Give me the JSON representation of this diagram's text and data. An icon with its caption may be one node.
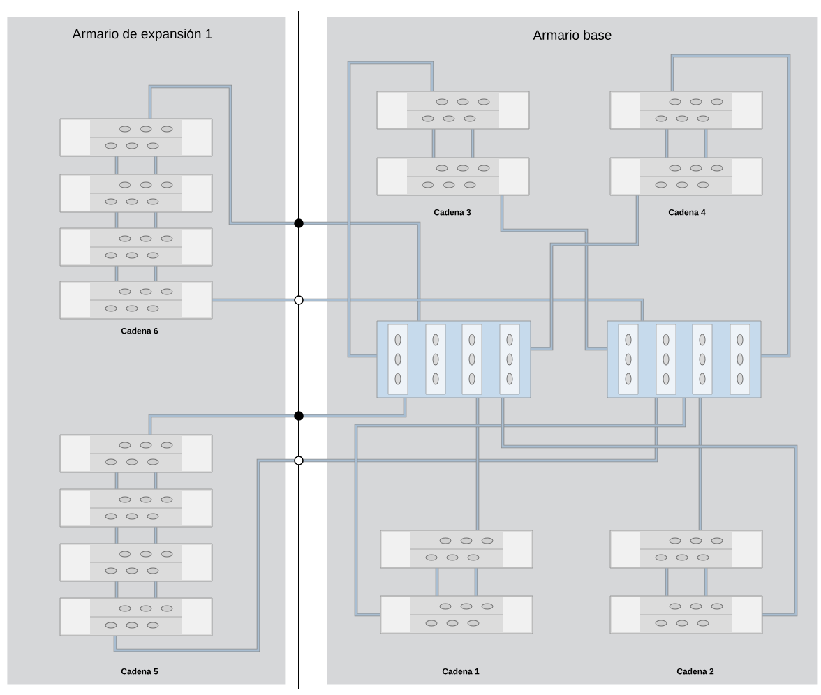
{
  "diagram": {
    "nodes": [
      {
        "text": [
          "Armario de expansión 1"
        ]
      },
      {
        "text": [
          "Armario base"
        ]
      },
      {
        "text": [],
        "shape": "box",
        "in": 0
      },
      {
        "text": [],
        "shape": "box",
        "in": 0
      },
      {
        "text": [],
        "shape": "box",
        "in": 0
      },
      {
        "text": [],
        "shape": "box",
        "in": 0
      },
      {
        "text": [],
        "shape": "box",
        "in": 0
      },
      {
        "text": [],
        "shape": "box",
        "in": 0
      },
      {
        "text": [],
        "shape": "box",
        "in": 0
      },
      {
        "text": [],
        "shape": "box",
        "in": 0
      },
      {
        "text": [],
        "shape": "box",
        "in": 1
      },
      {
        "text": [],
        "shape": "box",
        "in": 1
      },
      {
        "text": [],
        "shape": "box",
        "in": 1
      },
      {
        "text": [],
        "shape": "box",
        "in": 1
      },
      {
        "text": [],
        "shape": "box",
        "in": 1
      },
      {
        "text": [],
        "shape": "box",
        "in": 1
      },
      {
        "text": [],
        "shape": "box",
        "in": 1
      },
      {
        "text": [],
        "shape": "box",
        "in": 1
      },
      {
        "text": [],
        "shape": "box",
        "in": 1
      },
      {
        "text": [],
        "shape": "box",
        "in": 1
      }
    ],
    "edges": [
      {
        "from": 2,
        "to": 3,
        "arrow": "none"
      },
      {
        "from": 2,
        "to": 3,
        "arrow": "none"
      },
      {
        "from": 3,
        "to": 4,
        "arrow": "none"
      },
      {
        "from": 3,
        "to": 4,
        "arrow": "none"
      },
      {
        "from": 4,
        "to": 5,
        "arrow": "none"
      },
      {
        "from": 4,
        "to": 5,
        "arrow": "none"
      },
      {
        "from": 6,
        "to": 7,
        "arrow": "none"
      },
      {
        "from": 6,
        "to": 7,
        "arrow": "none"
      },
      {
        "from": 7,
        "to": 8,
        "arrow": "none"
      },
      {
        "from": 7,
        "to": 8,
        "arrow": "none"
      },
      {
        "from": 8,
        "to": 9,
        "arrow": "none"
      },
      {
        "from": 8,
        "to": 9,
        "arrow": "none"
      },
      {
        "from": 10,
        "to": 11,
        "arrow": "none"
      },
      {
        "from": 10,
        "to": 11,
        "arrow": "none"
      },
      {
        "from": 12,
        "to": 13,
        "arrow": "none"
      },
      {
        "from": 12,
        "to": 13,
        "arrow": "none"
      },
      {
        "from": 16,
        "to": 17,
        "arrow": "none"
      },
      {
        "from": 16,
        "to": 17,
        "arrow": "none"
      },
      {
        "from": 18,
        "to": 19,
        "arrow": "none"
      },
      {
        "from": 18,
        "to": 19,
        "arrow": "none"
      },
      {
        "from": 2,
        "to": 14,
        "arrow": "none"
      },
      {
        "from": 5,
        "to": 15,
        "arrow": "none"
      },
      {
        "from": 6,
        "to": 14,
        "arrow": "none"
      },
      {
        "from": 9,
        "to": 15,
        "arrow": "none"
      },
      {
        "from": 10,
        "to": 14,
        "arrow": "none"
      },
      {
        "from": 11,
        "to": 15,
        "arrow": "none"
      },
      {
        "from": 12,
        "to": 15,
        "arrow": "none"
      },
      {
        "from": 13,
        "to": 14,
        "arrow": "none"
      },
      {
        "from": 16,
        "to": 14,
        "arrow": "none"
      },
      {
        "from": 17,
        "to": 15,
        "arrow": "none"
      },
      {
        "from": 18,
        "to": 15,
        "arrow": "none"
      },
      {
        "from": 19,
        "to": 14,
        "arrow": "none"
      }
    ],
    "labels": [
      "Cadena 3",
      "Cadena 4",
      "Cadena 6",
      "Cadena 5",
      "Cadena 1",
      "Cadena 2"
    ]
  }
}
